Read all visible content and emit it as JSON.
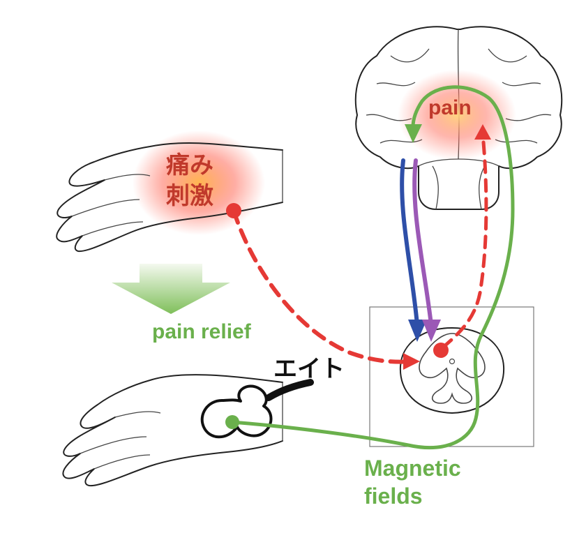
{
  "labels": {
    "stimulus_line1": "痛み",
    "stimulus_line2": "刺激",
    "brain_pain": "pain",
    "pain_relief": "pain relief",
    "device": "エイト",
    "magnetic_line1": "Magnetic",
    "magnetic_line2": "fields"
  },
  "colors": {
    "pain_signal": "#e53935",
    "descending_blue": "#2e4fa8",
    "descending_purple": "#9b59b6",
    "magnetic": "#6ab04c",
    "relief_arrow": "#8dc46a",
    "pain_glow": "#ff5a3c"
  }
}
